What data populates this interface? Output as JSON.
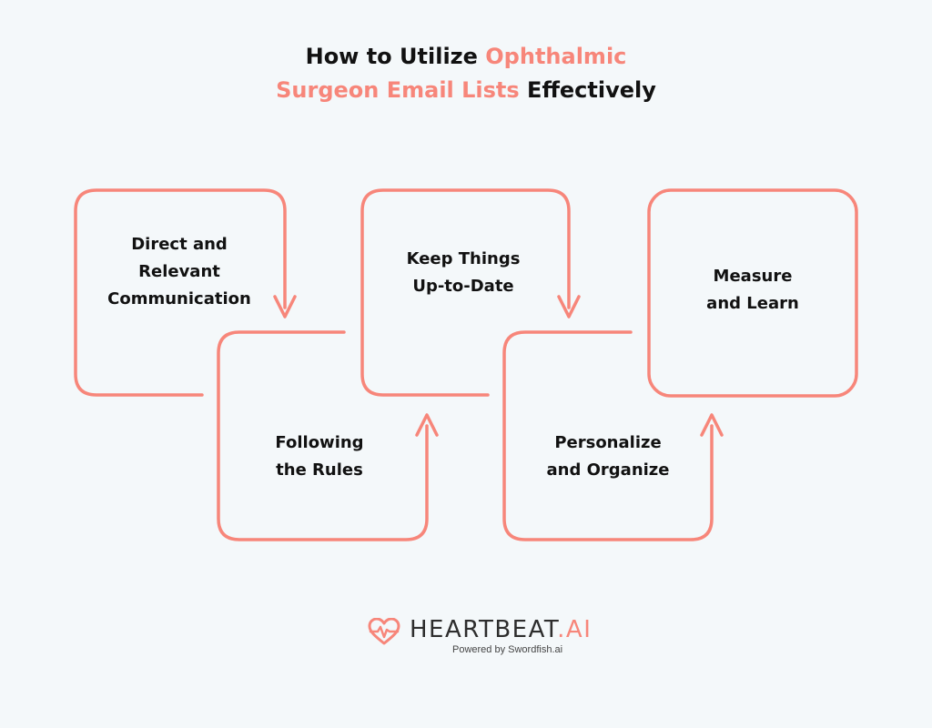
{
  "title": {
    "line1_plain": "How to Utilize ",
    "line1_accent": "Ophthalmic",
    "line2_accent": "Surgeon Email Lists",
    "line2_plain": " Effectively"
  },
  "steps": [
    {
      "line1": "Direct and",
      "line2": "Relevant",
      "line3": "Communication"
    },
    {
      "line1": "Following",
      "line2": "the Rules"
    },
    {
      "line1": "Keep Things",
      "line2": "Up-to-Date"
    },
    {
      "line1": "Personalize",
      "line2": "and Organize"
    },
    {
      "line1": "Measure",
      "line2": "and Learn"
    }
  ],
  "footer": {
    "brand_main": "HEARTBEAT",
    "brand_dot": ".",
    "brand_suffix": "AI",
    "powered_by": "Powered by Swordfish.ai"
  },
  "colors": {
    "accent": "#f7867a",
    "background": "#f4f8fa",
    "text": "#111111"
  }
}
